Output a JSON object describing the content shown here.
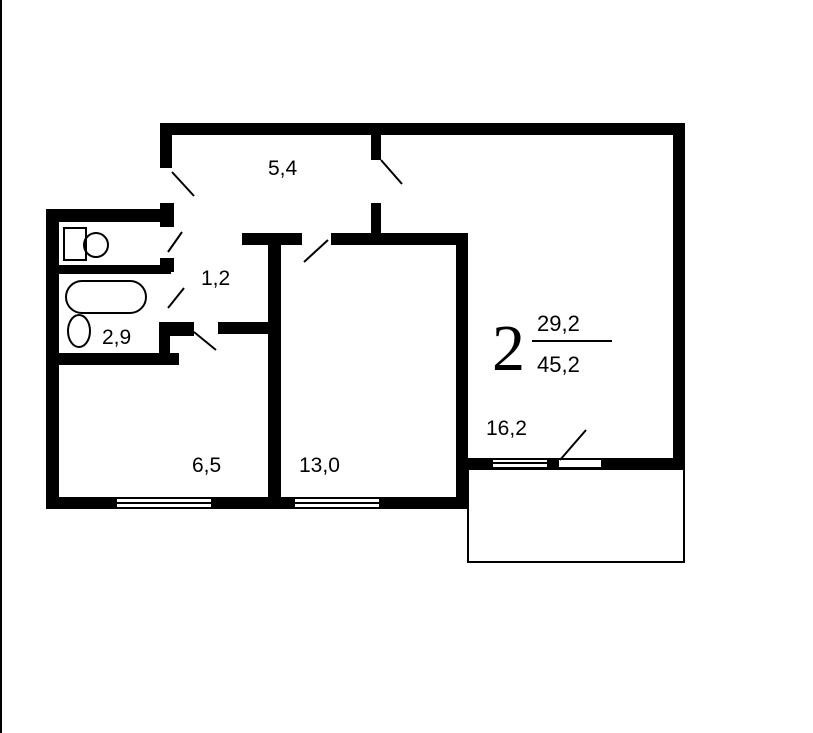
{
  "plan": {
    "room_areas": {
      "hallway": "5,4",
      "corridor": "1,2",
      "bathroom": "2,9",
      "kitchen": "6,5",
      "bedroom": "13,0",
      "living_room": "16,2"
    },
    "summary": {
      "rooms": "2",
      "living_area": "29,2",
      "total_area": "45,2"
    }
  },
  "colors": {
    "wall": "#000000",
    "background": "#ffffff"
  }
}
